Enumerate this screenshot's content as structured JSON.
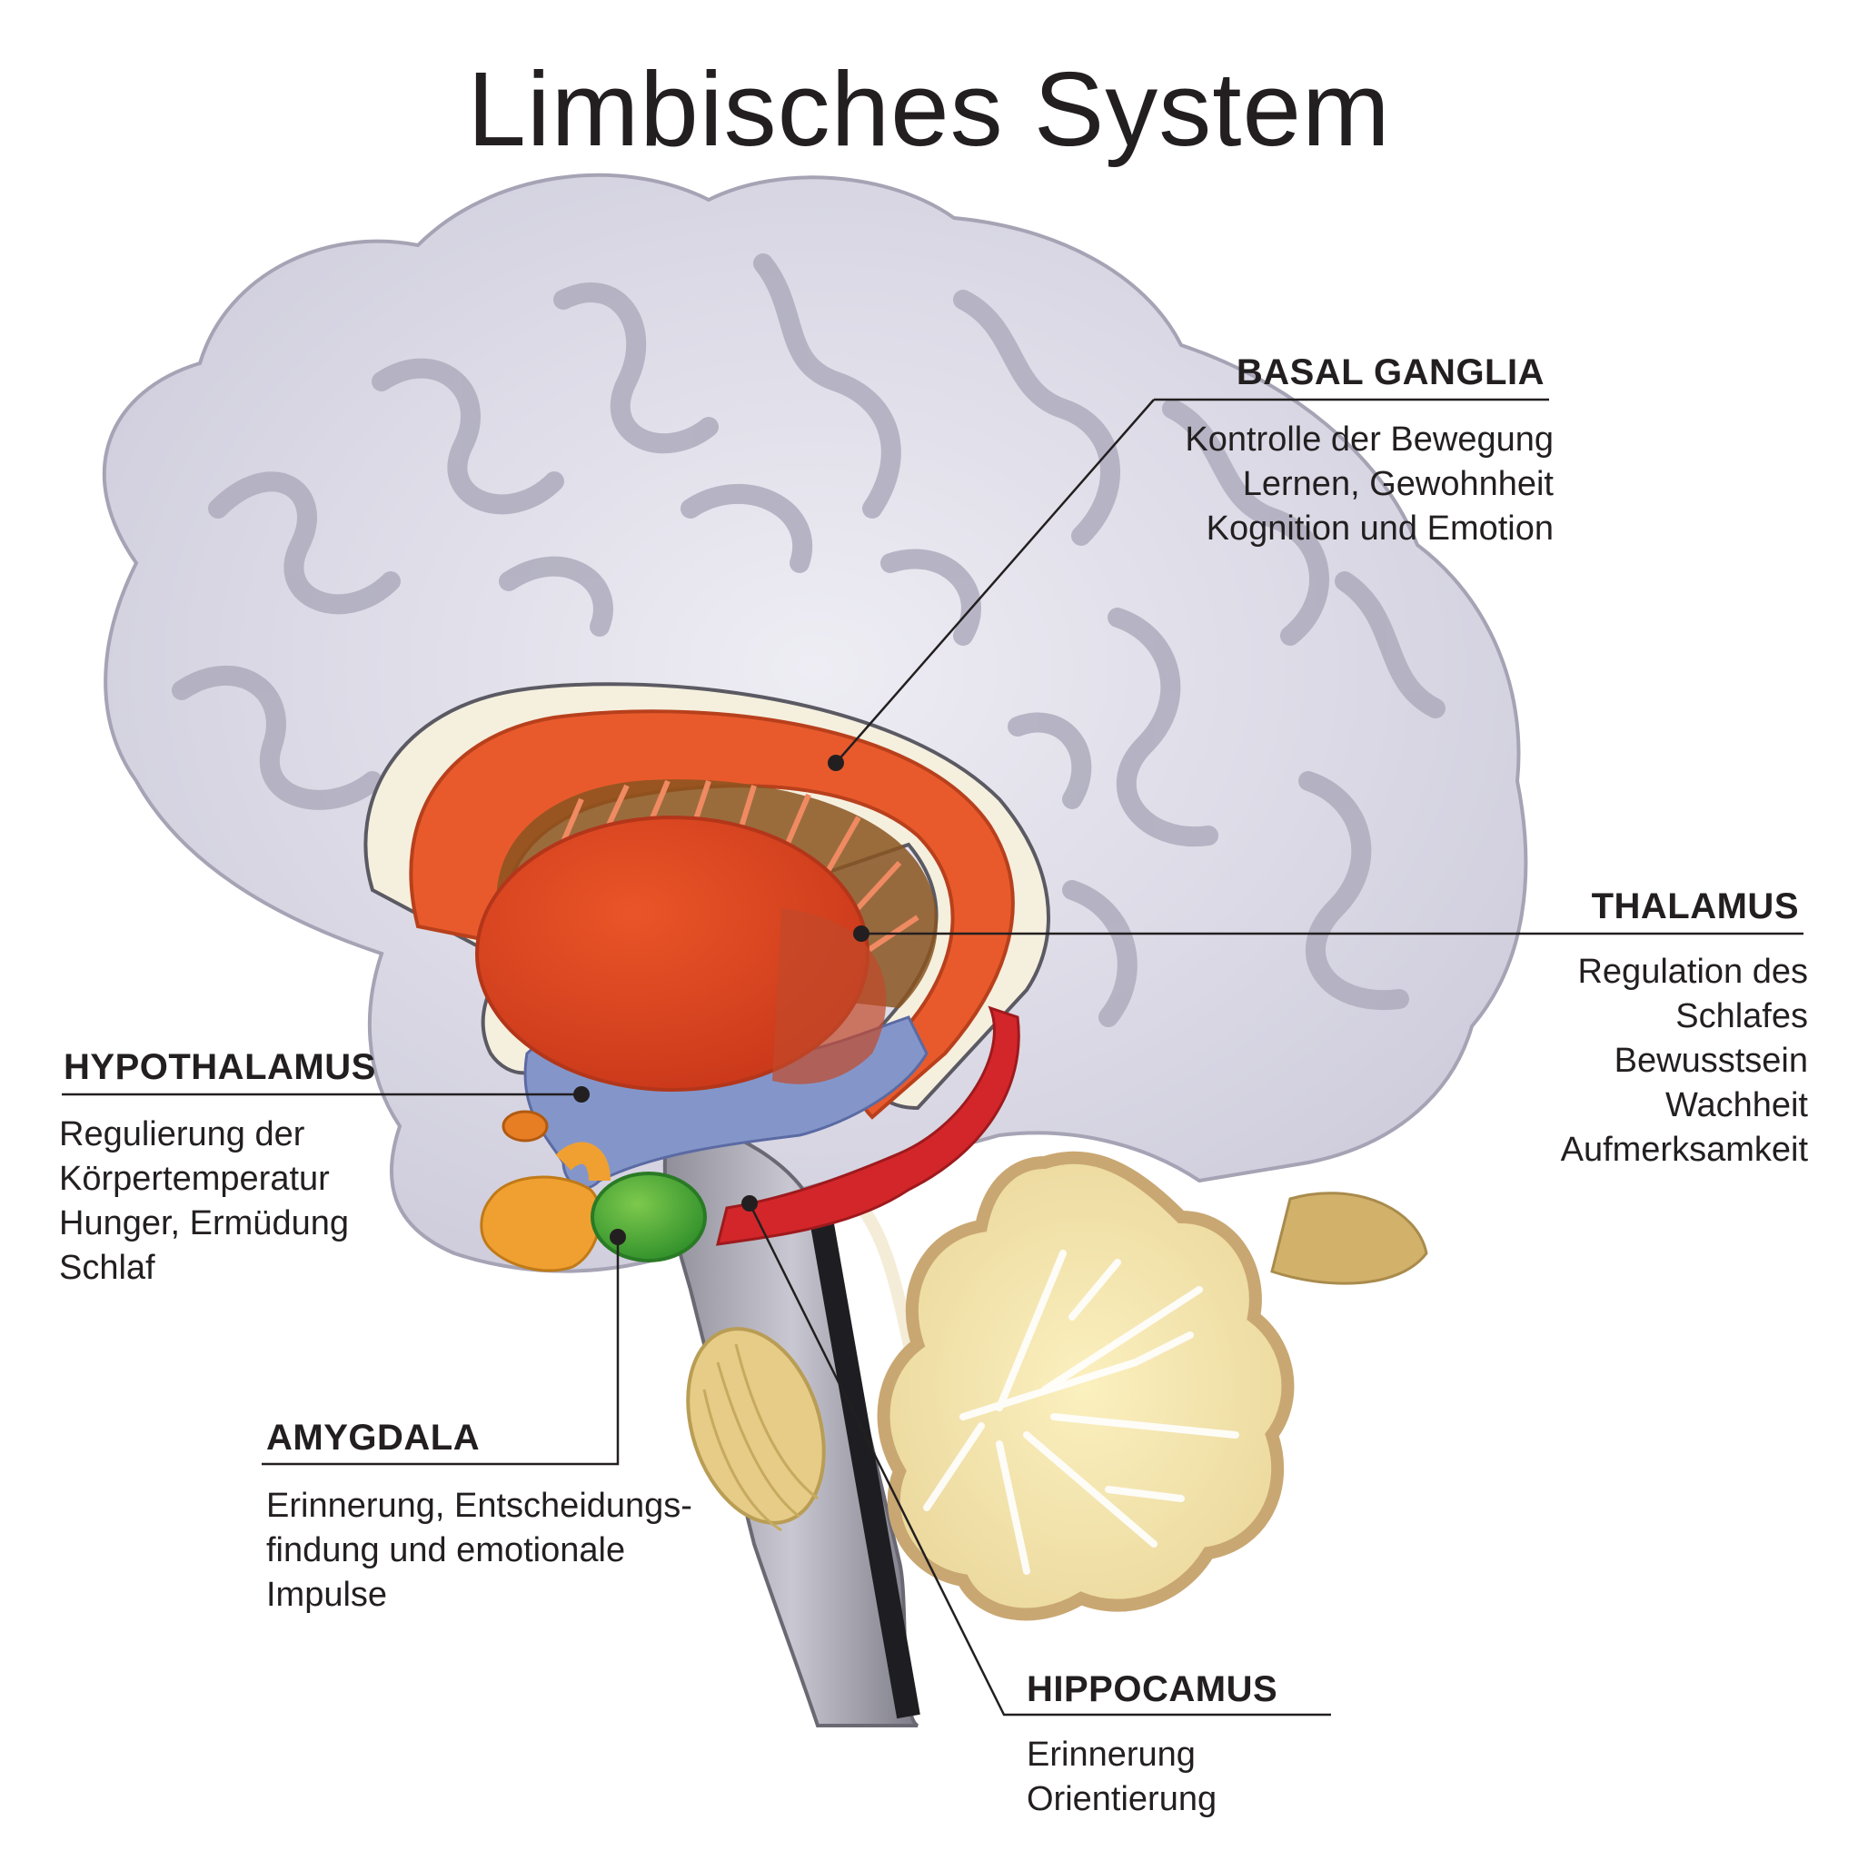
{
  "title": "Limbisches System",
  "regions": {
    "basal_ganglia": {
      "label": "BASAL GANGLIA",
      "lines": [
        "Kontrolle der Bewegung",
        "Lernen, Gewohnheit",
        "Kognition und Emotion"
      ]
    },
    "thalamus": {
      "label": "THALAMUS",
      "lines": [
        "Regulation des",
        "Schlafes",
        "Bewusstsein",
        "Wachheit",
        "Aufmerksamkeit"
      ]
    },
    "hypothalamus": {
      "label": "HYPOTHALAMUS",
      "lines": [
        "Regulierung der",
        "Körpertemperatur",
        "Hunger, Ermüdung",
        "Schlaf"
      ]
    },
    "amygdala": {
      "label": "AMYGDALA",
      "lines": [
        "Erinnerung, Entscheidungs-",
        "findung und emotionale",
        "Impulse"
      ]
    },
    "hippocampus": {
      "label": "HIPPOCAMUS",
      "lines": [
        "Erinnerung",
        "Orientierung"
      ]
    }
  },
  "colors": {
    "brain": "#dcdbe6",
    "brain_groove": "#a9a7b8",
    "basal_ganglia": "#e85a2c",
    "thalamus": "#e64a1f",
    "hypothalamus": "#7f8fc6",
    "amygdala": "#4cae36",
    "pituitary": "#f0a030",
    "fornix": "#d3262a",
    "cerebellum": "#f3e3a3",
    "brainstem": "#a9a9b3"
  }
}
